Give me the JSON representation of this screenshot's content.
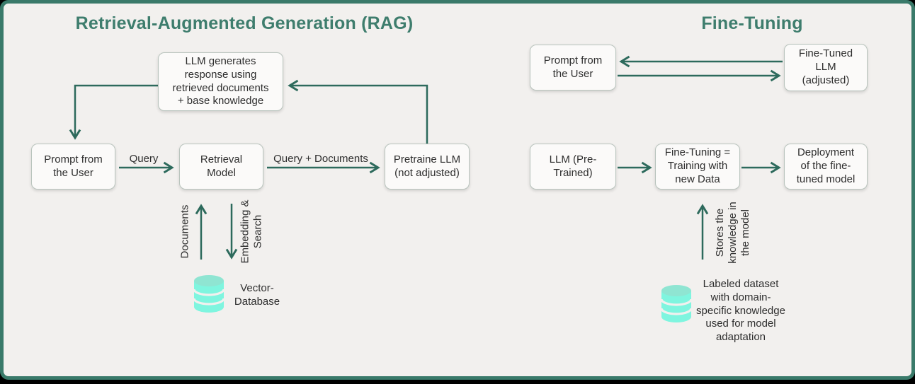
{
  "colors": {
    "accent_arrow": "#2d6a5c",
    "title_text": "#3e7d6d",
    "frame_border": "#3a7a6a",
    "background": "#f2f0ee",
    "box_background": "#fbfaf9",
    "box_border": "#b9c4bd",
    "database_body": "#7ff5df",
    "database_top": "#8fe5d2"
  },
  "rag": {
    "title": "Retrieval-Augmented Generation (RAG)",
    "boxes": {
      "llm_generates": [
        "LLM generates",
        "response using",
        "retrieved documents",
        "+ base knowledge"
      ],
      "prompt_user": [
        "Prompt from",
        "the User"
      ],
      "retrieval_model": [
        "Retrieval",
        "Model"
      ],
      "pretraine_llm": [
        "Pretraine LLM",
        "(not adjusted)"
      ]
    },
    "arrow_labels": {
      "query": "Query",
      "query_documents": "Query + Documents",
      "documents": "Documents",
      "embedding_search": [
        "Embedding &",
        "Search"
      ]
    },
    "database_label": [
      "Vector-",
      "Database"
    ]
  },
  "fine_tuning": {
    "title": "Fine-Tuning",
    "boxes": {
      "prompt_user": [
        "Prompt from",
        "the User"
      ],
      "fine_tuned_llm": [
        "Fine-Tuned",
        "LLM",
        "(adjusted)"
      ],
      "llm_pre_trained": [
        "LLM (Pre-",
        "Trained)"
      ],
      "fine_tuning_training": [
        "Fine-Tuning =",
        "Training with",
        "new Data"
      ],
      "deployment": [
        "Deployment",
        "of the fine-",
        "tuned model"
      ]
    },
    "arrow_labels": {
      "stores_knowledge": [
        "Stores the",
        "knowledge in",
        "the model"
      ]
    },
    "database_label": [
      "Labeled dataset",
      "with domain-",
      "specific knowledge",
      "used for model",
      "adaptation"
    ]
  }
}
